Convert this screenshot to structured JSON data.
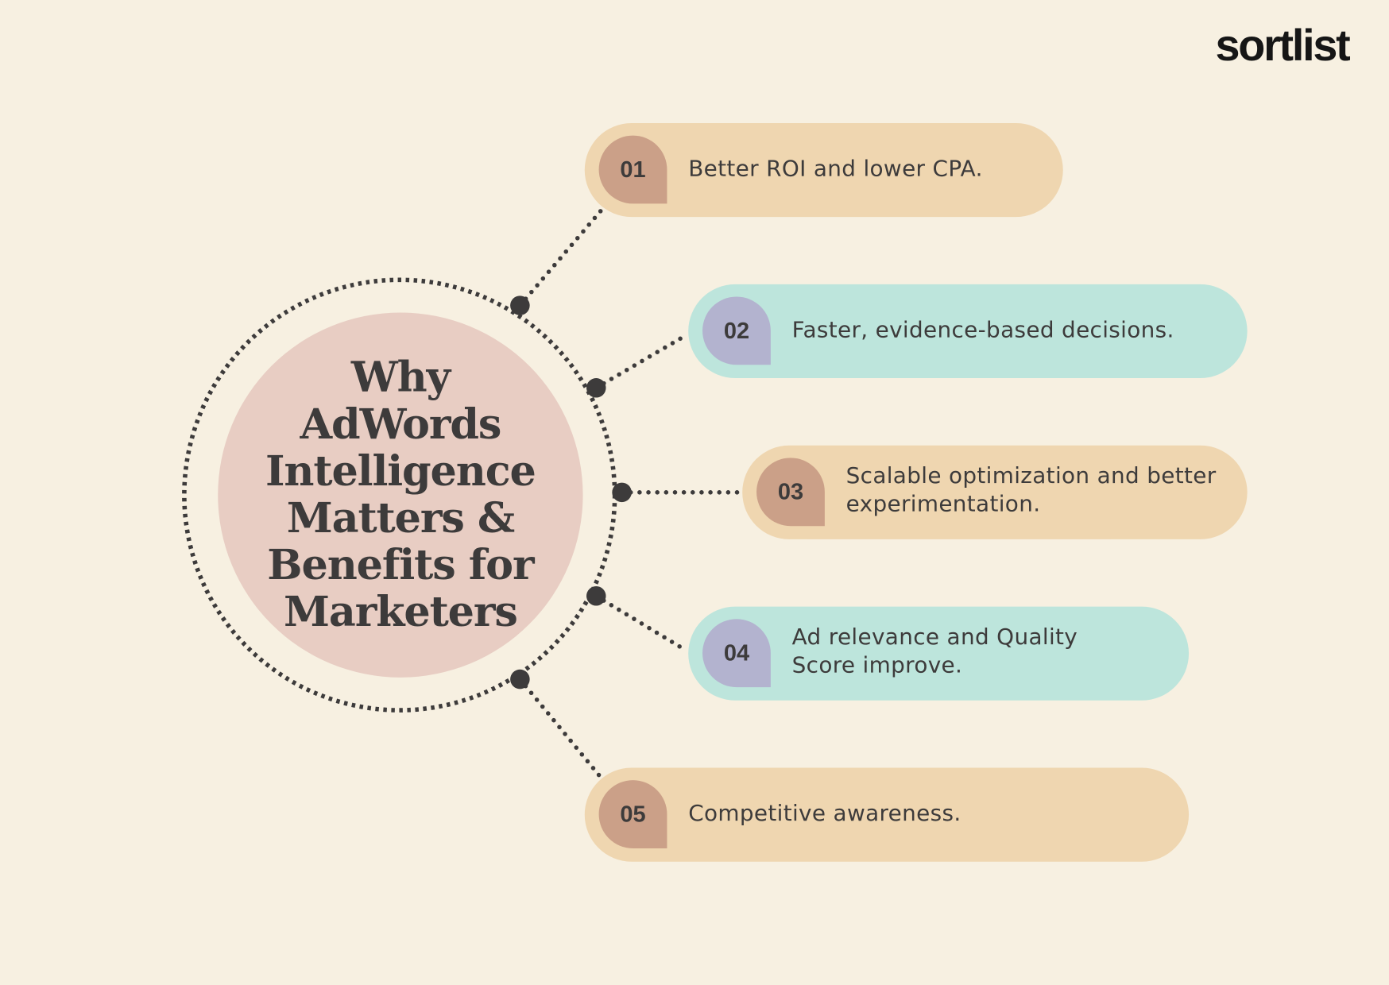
{
  "brand": {
    "logo": "sortlist"
  },
  "center": {
    "title": "Why AdWords Intelligence Matters & Benefits for Marketers"
  },
  "items": [
    {
      "number": "01",
      "text": "Better ROI and lower CPA."
    },
    {
      "number": "02",
      "text": "Faster, evidence-based decisions."
    },
    {
      "number": "03",
      "text": "Scalable optimization and better experimentation."
    },
    {
      "number": "04",
      "text": "Ad relevance and Quality Score improve."
    },
    {
      "number": "05",
      "text": "Competitive awareness."
    }
  ],
  "colors": {
    "background": "#f7f0e1",
    "tan": "#efd6b0",
    "teal": "#bde5dc",
    "badge_tan": "#cba088",
    "badge_lavender": "#b3b3cf",
    "core": "#e8cdc3",
    "ink": "#3d3b3b"
  }
}
